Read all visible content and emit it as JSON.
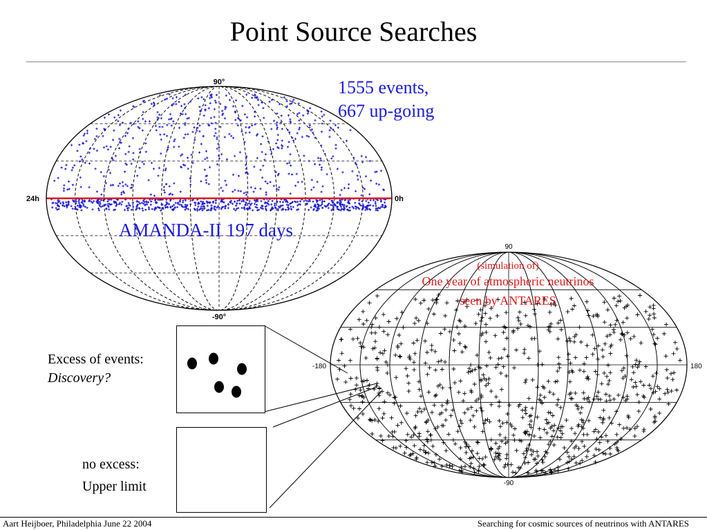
{
  "title": "Point Source Searches",
  "amanda": {
    "events_line1": "1555 events,",
    "events_line2": "667 up-going",
    "label": "AMANDA-II 197 days",
    "axis_top": "90°",
    "axis_bottom": "-90°",
    "axis_left": "24h",
    "axis_right": "0h",
    "point_color": "#1a1adb",
    "horizon_color": "#e01818"
  },
  "antares": {
    "caption_line1": "(simulation of)",
    "caption_line2": "One year of atmospheric neutrinos",
    "caption_line3": "seen by ANTARES",
    "axis_top": "90",
    "axis_bottom": "-90",
    "axis_left": "-180",
    "axis_right": "180",
    "caption_color": "#e01818"
  },
  "panels": {
    "excess_line1": "Excess of events:",
    "excess_line2": "Discovery?",
    "noexcess_line1": "no excess:",
    "noexcess_line2": "Upper limit"
  },
  "footer": {
    "left": "Aart Heijboer, Philadelphia June 22 2004",
    "right": "Searching for cosmic sources of neutrinos with ANTARES"
  }
}
